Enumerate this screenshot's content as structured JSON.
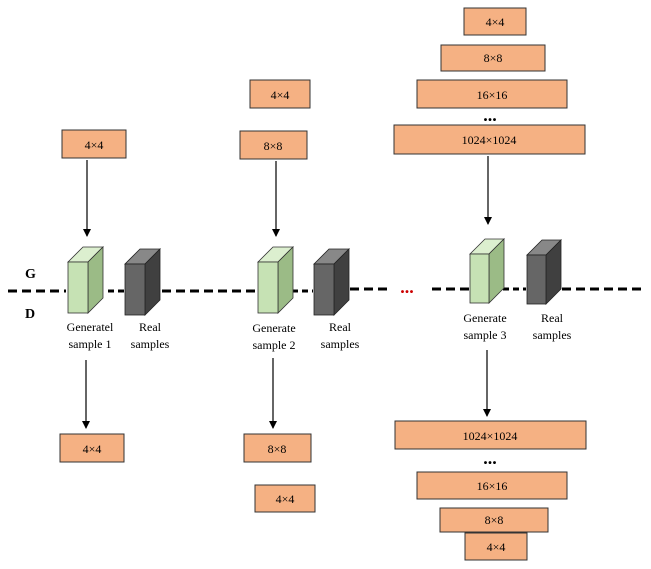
{
  "colors": {
    "box_fill": "#f5b183",
    "box_stroke": "#333333",
    "generated_front": "#c6e2b4",
    "generated_side": "#9bbb86",
    "real_front": "#666666",
    "real_side": "#404040",
    "ellipsis_red": "#cc0000"
  },
  "side_labels": {
    "g": "G",
    "d": "D"
  },
  "ellipsis": {
    "center": "...",
    "col3_top": "...",
    "col3_bottom": "..."
  },
  "col1": {
    "top_boxes": [
      "4×4"
    ],
    "bottom_boxes": [
      "4×4"
    ],
    "generated_caption": [
      "Generatel",
      "sample 1"
    ],
    "real_caption": [
      "Real",
      "samples"
    ]
  },
  "col2": {
    "top_boxes": [
      "4×4",
      "8×8"
    ],
    "bottom_boxes": [
      "8×8",
      "4×4"
    ],
    "generated_caption": [
      "Generate",
      "sample 2"
    ],
    "real_caption": [
      "Real",
      "samples"
    ]
  },
  "col3": {
    "top_boxes": [
      "4×4",
      "8×8",
      "16×16",
      "1024×1024"
    ],
    "bottom_boxes": [
      "1024×1024",
      "16×16",
      "8×8",
      "4×4"
    ],
    "generated_caption": [
      "Generate",
      "sample 3"
    ],
    "real_caption": [
      "Real",
      "samples"
    ]
  }
}
